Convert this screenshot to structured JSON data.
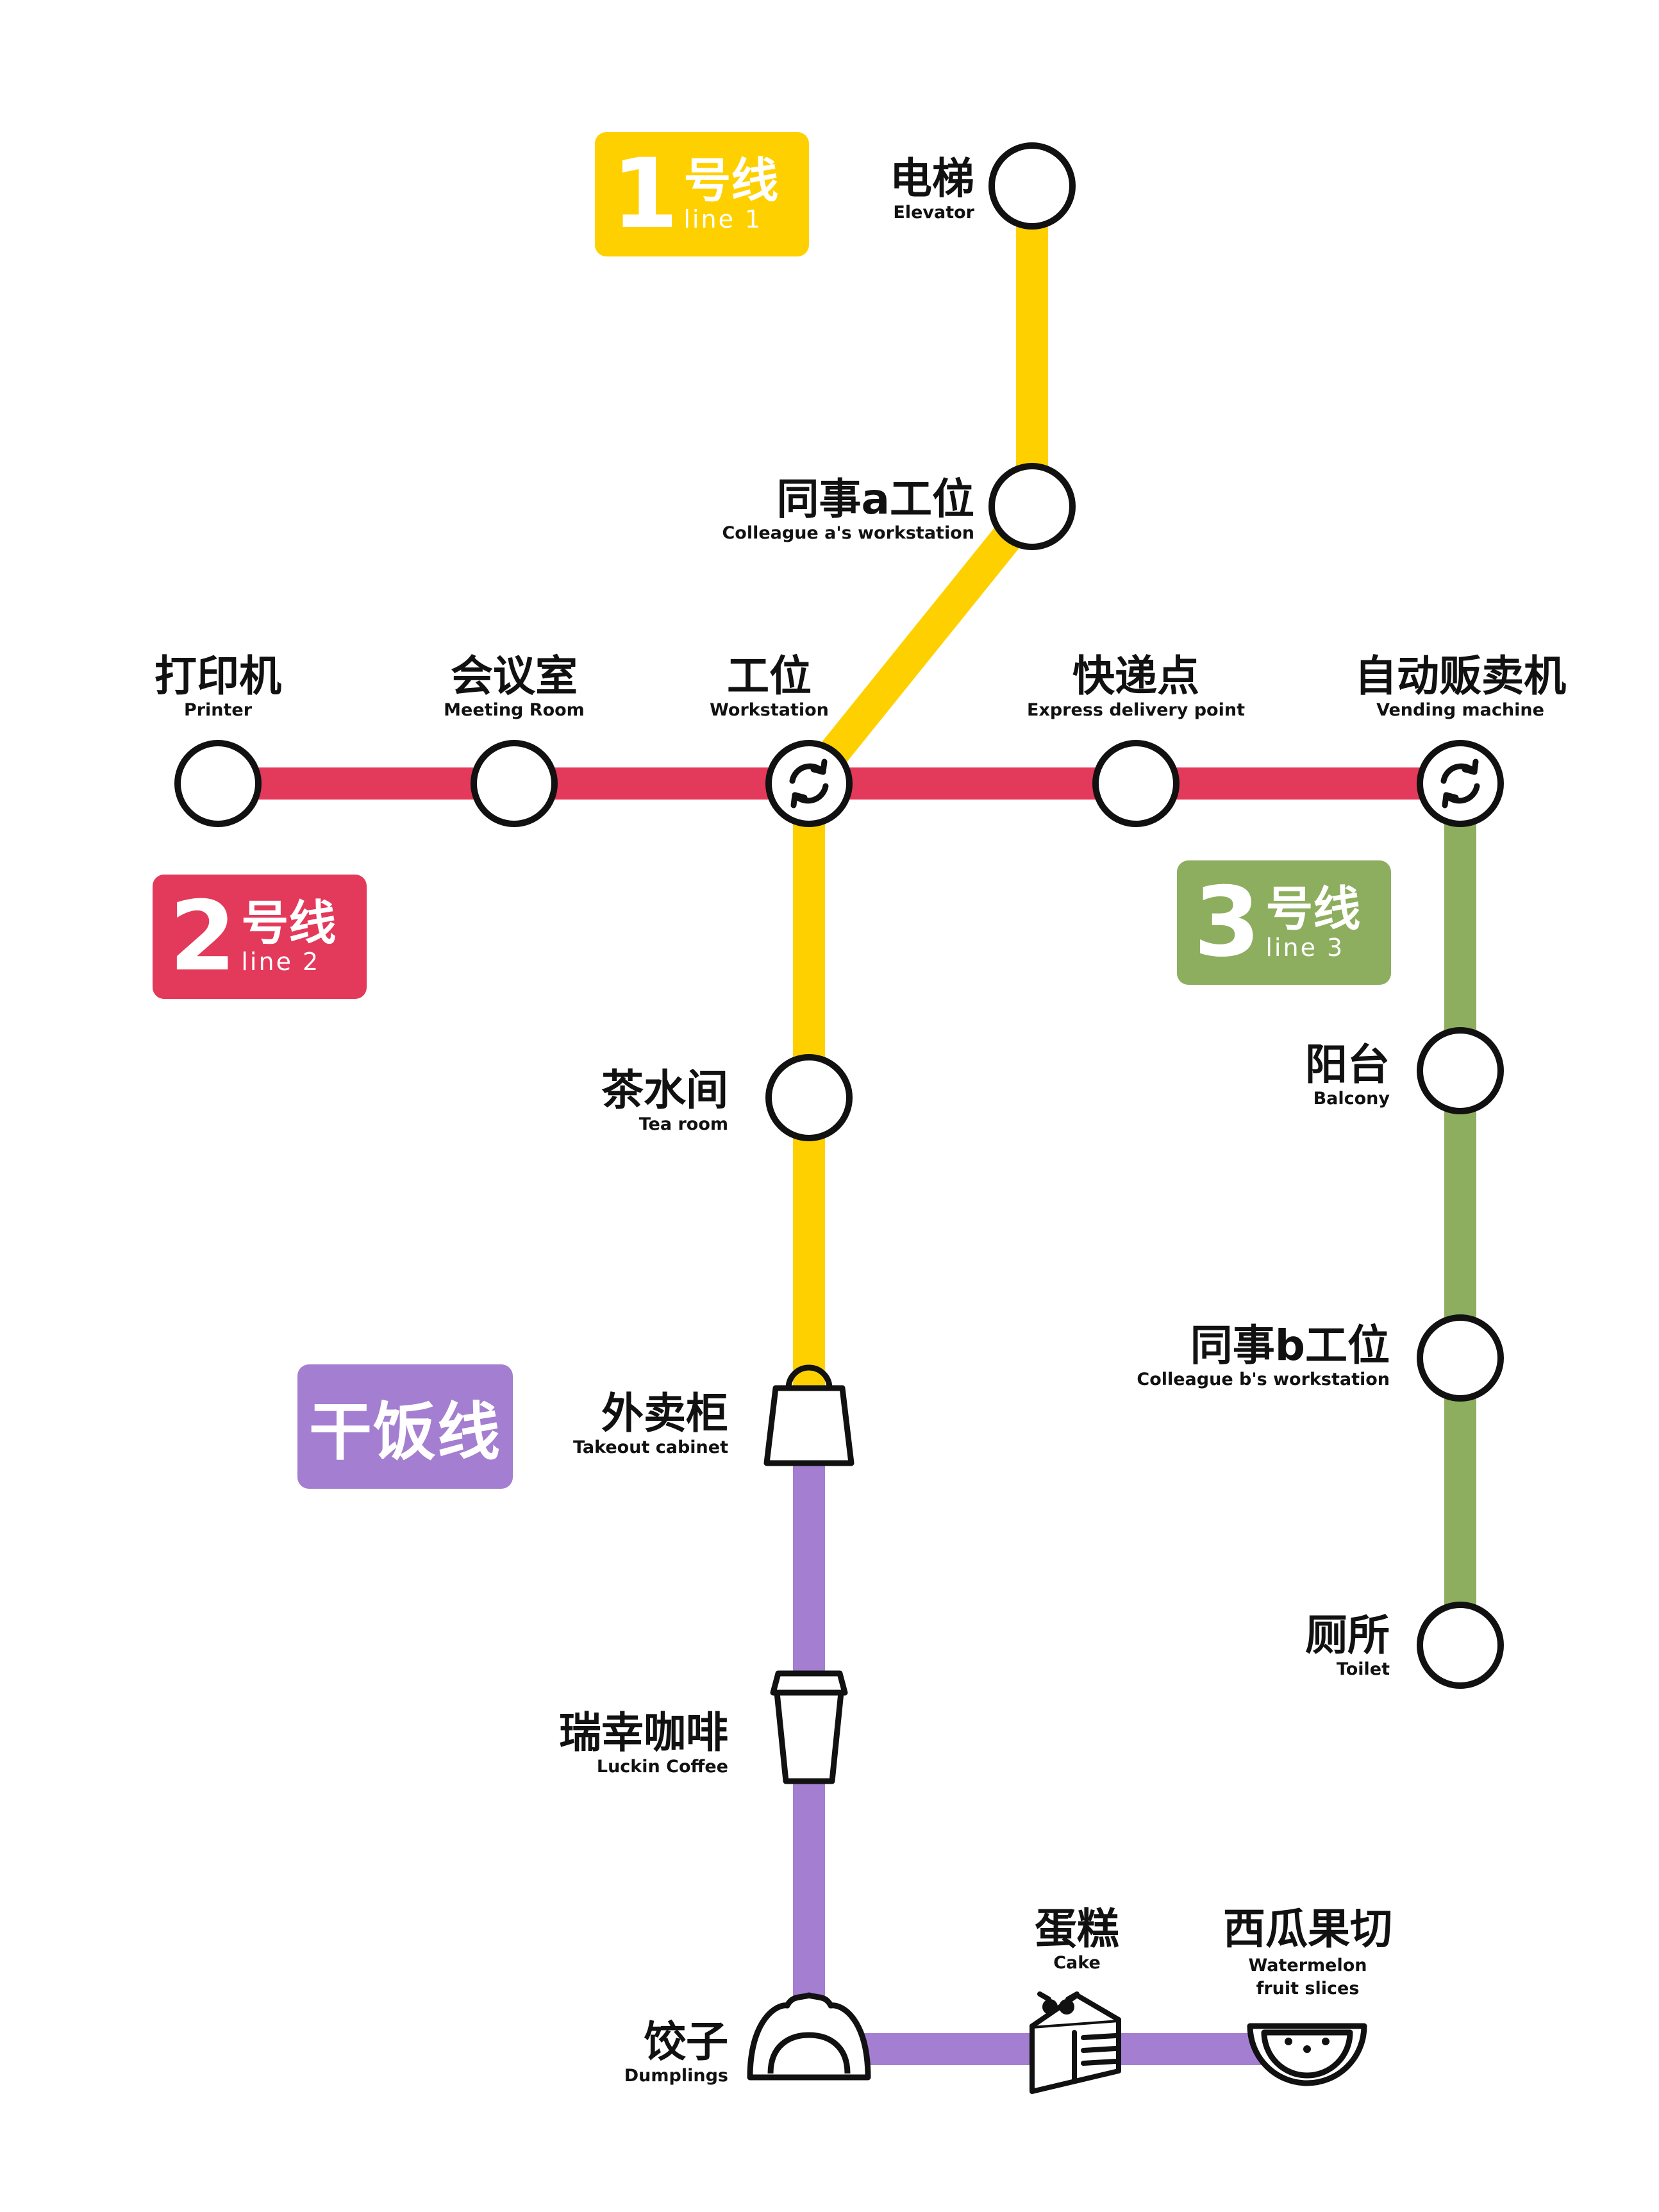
{
  "lines": {
    "line1": {
      "num": "1",
      "cn": "号线",
      "en": "line 1",
      "color": "#FFD000"
    },
    "line2": {
      "num": "2",
      "cn": "号线",
      "en": "line 2",
      "color": "#E3395A"
    },
    "line3": {
      "num": "3",
      "cn": "号线",
      "en": "line 3",
      "color": "#8DAE5E"
    },
    "food": {
      "cn": "干饭线",
      "color": "#A47ED0"
    }
  },
  "stations": {
    "elevator": {
      "cn": "电梯",
      "en": "Elevator"
    },
    "colleague_a": {
      "cn": "同事a工位",
      "en": "Colleague a's workstation"
    },
    "printer": {
      "cn": "打印机",
      "en": "Printer"
    },
    "meeting_room": {
      "cn": "会议室",
      "en": "Meeting Room"
    },
    "workstation": {
      "cn": "工位",
      "en": "Workstation"
    },
    "express": {
      "cn": "快递点",
      "en": "Express delivery point"
    },
    "vending": {
      "cn": "自动贩卖机",
      "en": "Vending machine"
    },
    "tea_room": {
      "cn": "茶水间",
      "en": "Tea room"
    },
    "balcony": {
      "cn": "阳台",
      "en": "Balcony"
    },
    "colleague_b": {
      "cn": "同事b工位",
      "en": "Colleague b's workstation"
    },
    "toilet": {
      "cn": "厕所",
      "en": "Toilet"
    },
    "takeout": {
      "cn": "外卖柜",
      "en": "Takeout cabinet"
    },
    "luckin": {
      "cn": "瑞幸咖啡",
      "en": "Luckin Coffee"
    },
    "dumplings": {
      "cn": "饺子",
      "en": "Dumplings"
    },
    "cake": {
      "cn": "蛋糕",
      "en": "Cake"
    },
    "watermelon": {
      "cn": "西瓜果切",
      "en": "Watermelon fruit slices"
    }
  },
  "icons": {
    "interchange": "interchange-arrows-icon",
    "takeout": "shopping-bag-icon",
    "luckin": "coffee-cup-icon",
    "dumplings": "dumpling-icon",
    "cake": "cake-slice-icon",
    "watermelon": "watermelon-slice-icon"
  }
}
